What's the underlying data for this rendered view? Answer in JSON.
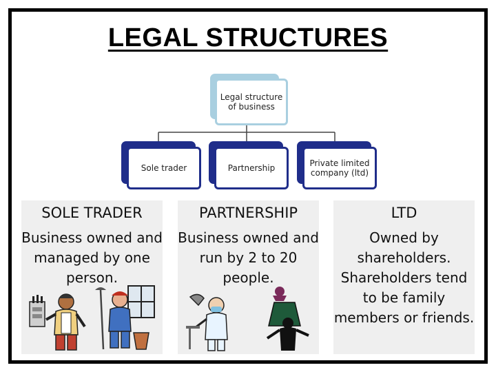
{
  "slide": {
    "title": "LEGAL STRUCTURES"
  },
  "org_chart": {
    "root": "Legal structure of business",
    "children": [
      "Sole trader",
      "Partnership",
      "Private limited company (ltd)"
    ]
  },
  "panels": [
    {
      "heading": "SOLE TRADER",
      "text": "Business owned and managed by one person."
    },
    {
      "heading": "PARTNERSHIP",
      "text": "Business owned and run by 2 to 20 people."
    },
    {
      "heading": "LTD",
      "text": "Owned by shareholders. Shareholders tend to be family members or friends."
    }
  ],
  "icons": {
    "panel_1": [
      "electrician-icon",
      "cleaner-icon"
    ],
    "panel_2": [
      "dentist-icon",
      "speaker-icon"
    ]
  },
  "colors": {
    "frame": "#000000",
    "node_border": "#1f2d8a",
    "root_border": "#a9cfe0",
    "panel_bg": "#efefef"
  }
}
